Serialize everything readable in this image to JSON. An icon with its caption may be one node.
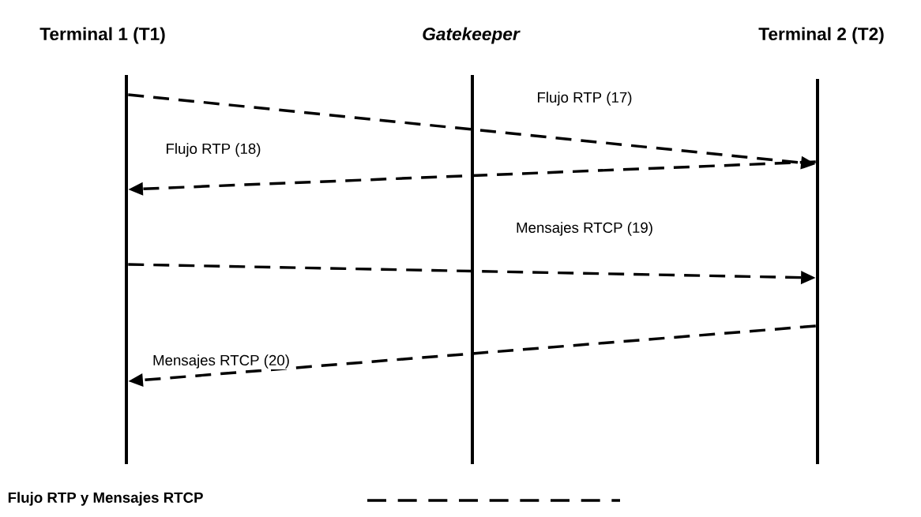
{
  "diagram": {
    "nodes": [
      {
        "text": [
          "Terminal 1 (T1)"
        ]
      },
      {
        "text": [
          "Gatekeeper"
        ]
      },
      {
        "text": [
          "Terminal 2 (T2)"
        ]
      }
    ],
    "edges": [
      {
        "from": 0,
        "to": 2,
        "arrow": "to",
        "label": "Flujo RTP (17)",
        "style": "dashed"
      },
      {
        "from": 2,
        "to": 0,
        "arrow": "to",
        "label": "Flujo RTP (18)",
        "style": "dashed"
      },
      {
        "from": 0,
        "to": 2,
        "arrow": "to",
        "label": "Mensajes RTCP (19)",
        "style": "dashed"
      },
      {
        "from": 2,
        "to": 0,
        "arrow": "to",
        "label": "Mensajes RTCP (20)",
        "style": "dashed"
      }
    ],
    "legend": [
      {
        "text": "Flujo RTP y Mensajes RTCP"
      }
    ]
  }
}
